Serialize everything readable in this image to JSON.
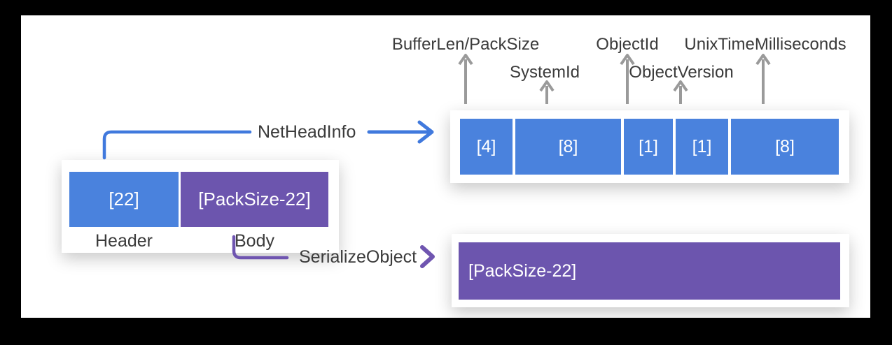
{
  "diagram": {
    "packet": {
      "header_cell": "[22]",
      "body_cell": "[PackSize-22]",
      "header_label": "Header",
      "body_label": "Body"
    },
    "flows": {
      "net_head_info": "NetHeadInfo",
      "serialize_object": "SerializeObject"
    },
    "head_info": {
      "segments": [
        {
          "size": "[4]",
          "field": "BufferLen/PackSize"
        },
        {
          "size": "[8]",
          "field": "SystemId"
        },
        {
          "size": "[1]",
          "field": "ObjectId"
        },
        {
          "size": "[1]",
          "field": "ObjectVersion"
        },
        {
          "size": "[8]",
          "field": "UnixTimeMilliseconds"
        }
      ]
    },
    "serialized": {
      "cell": "[PackSize-22]"
    },
    "colors": {
      "segment_blue": "#4a82dd",
      "body_purple": "#6c55ae",
      "arrow_gray": "#9a9a9a",
      "flow_blue": "#4079dd",
      "flow_purple": "#6f55b0",
      "text_dark": "#3b3b3b",
      "canvas_white": "#ffffff",
      "frame_black": "#000000"
    }
  }
}
